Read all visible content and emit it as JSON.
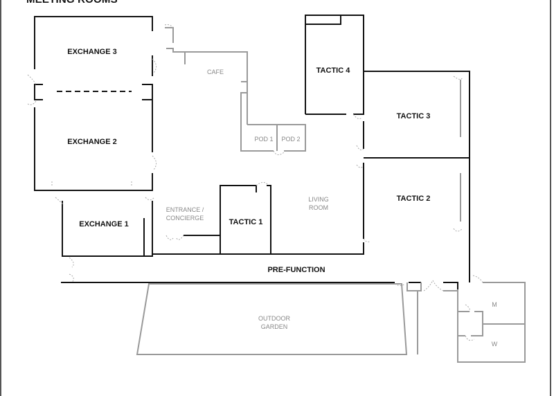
{
  "title": "MEETING ROOMS",
  "rooms": {
    "exchange3": "EXCHANGE 3",
    "exchange2": "EXCHANGE 2",
    "exchange1": "EXCHANGE 1",
    "tactic4": "TACTIC 4",
    "tactic3": "TACTIC 3",
    "tactic2": "TACTIC 2",
    "tactic1": "TACTIC 1"
  },
  "areas": {
    "cafe": "CAFE",
    "pod1": "POD 1",
    "pod2": "POD 2",
    "living_line1": "LIVING",
    "living_line2": "ROOM",
    "entrance_line1": "ENTRANCE /",
    "entrance_line2": "CONCIERGE",
    "prefunction": "PRE-FUNCTION",
    "garden_line1": "OUTDOOR",
    "garden_line2": "GARDEN",
    "men": "M",
    "women": "W"
  }
}
